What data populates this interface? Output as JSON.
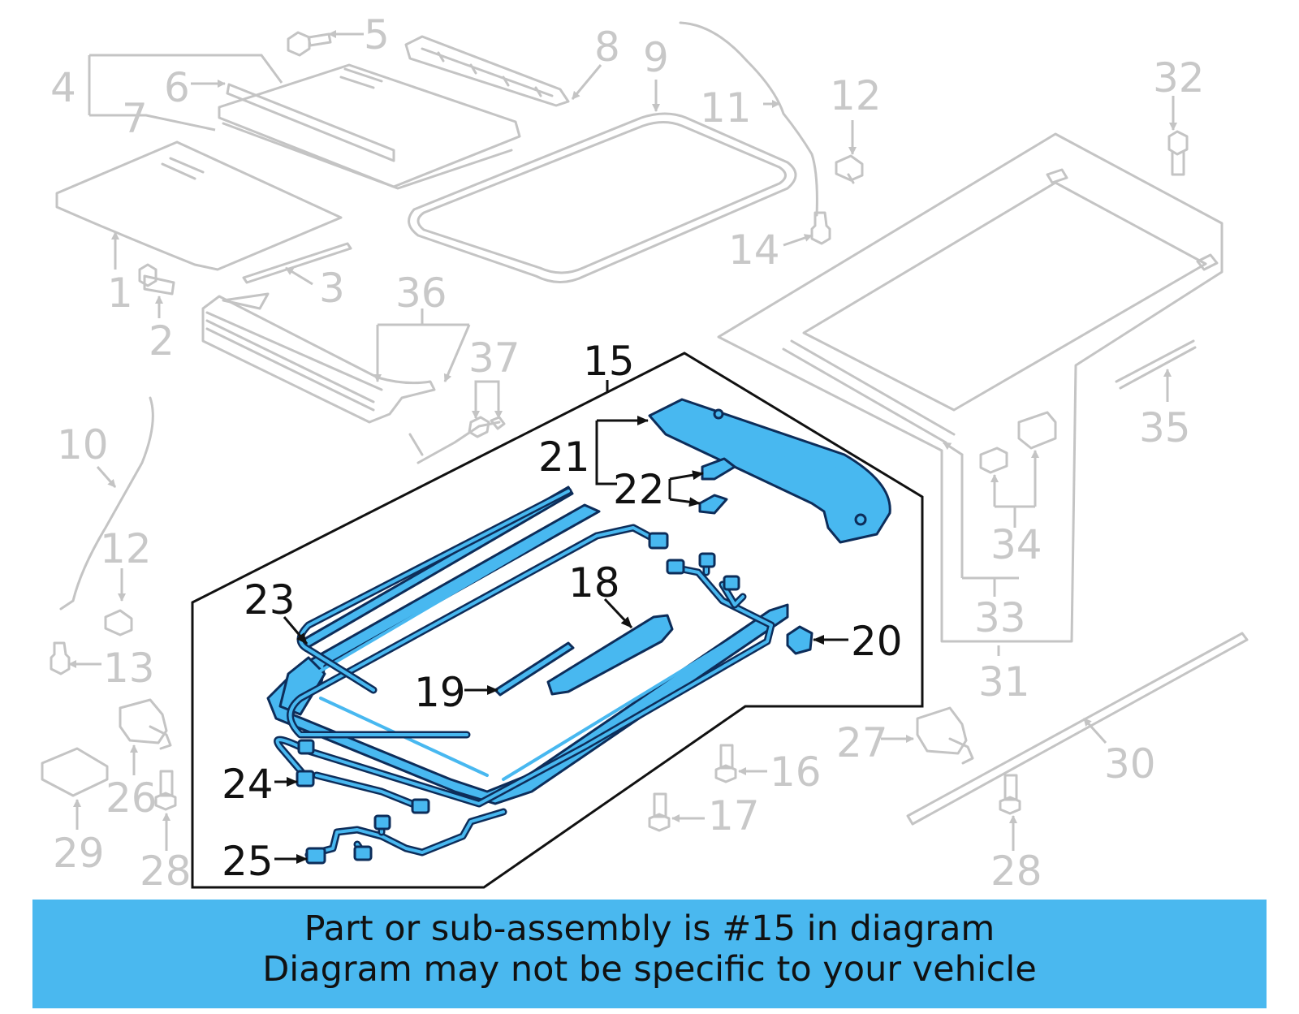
{
  "banner": {
    "line1": "Part or sub-assembly is #15 in diagram",
    "line2": "Diagram may not be specific to your vehicle"
  },
  "labels": {
    "l1": "1",
    "l2": "2",
    "l3": "3",
    "l4": "4",
    "l5": "5",
    "l6": "6",
    "l7": "7",
    "l8": "8",
    "l9": "9",
    "l10": "10",
    "l11": "11",
    "l12a": "12",
    "l12b": "12",
    "l13": "13",
    "l14": "14",
    "l15": "15",
    "l16": "16",
    "l17": "17",
    "l18": "18",
    "l19": "19",
    "l20": "20",
    "l21": "21",
    "l22": "22",
    "l23": "23",
    "l24": "24",
    "l25": "25",
    "l26": "26",
    "l27": "27",
    "l28a": "28",
    "l28b": "28",
    "l29": "29",
    "l30": "30",
    "l31": "31",
    "l32": "32",
    "l33": "33",
    "l34": "34",
    "l35": "35",
    "l36": "36",
    "l37": "37"
  },
  "colors": {
    "highlight": "#48b8f0",
    "banner": "#4ab8ef",
    "ghost": "#c4c4c4",
    "outline": "#0d2d5a"
  }
}
